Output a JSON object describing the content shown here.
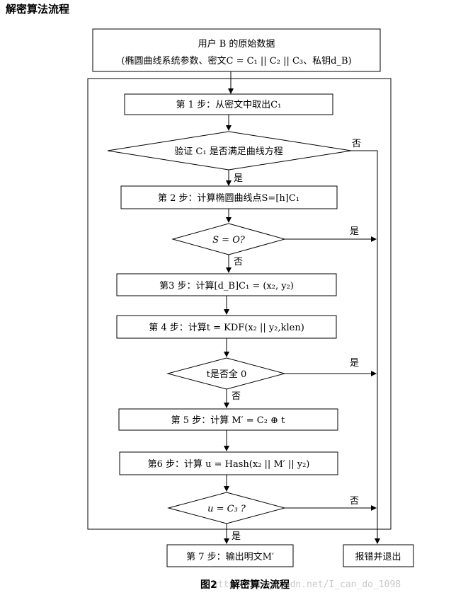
{
  "title": "解密算法流程",
  "nodes": {
    "input_line1": "用户 B 的原始数据",
    "input_line2": "(椭圆曲线系统参数、密文C = C₁ || C₂ || C₃、私钥d_B)",
    "step1": "第 1 步：从密文中取出C₁",
    "check1": "验证 C₁ 是否满足曲线方程",
    "step2": "第 2 步：计算椭圆曲线点S=[h]C₁",
    "check2": "S = O?",
    "step3": "第3 步：计算[d_B]C₁ = (x₂, y₂)",
    "step4": "第 4 步：计算t = KDF(x₂ || y₂,klen)",
    "check3": "t是否全 0",
    "step5": "第 5 步：计算 M′ = C₂ ⊕ t",
    "step6": "第6 步：计算 u = Hash(x₂ || M′ || y₂)",
    "check4": "u = C₃ ?",
    "step7": "第 7 步：输出明文M′",
    "error": "报错并退出"
  },
  "edge_labels": {
    "check1_no": "否",
    "check1_yes": "是",
    "check2_yes": "是",
    "check2_no": "否",
    "check3_yes": "是",
    "check3_no": "否",
    "check4_no": "否",
    "check4_yes": "是"
  },
  "caption": {
    "fig": "图2",
    "text": "解密算法流程"
  },
  "watermark": "http://blog.csdn.net/I_can_do_1098"
}
